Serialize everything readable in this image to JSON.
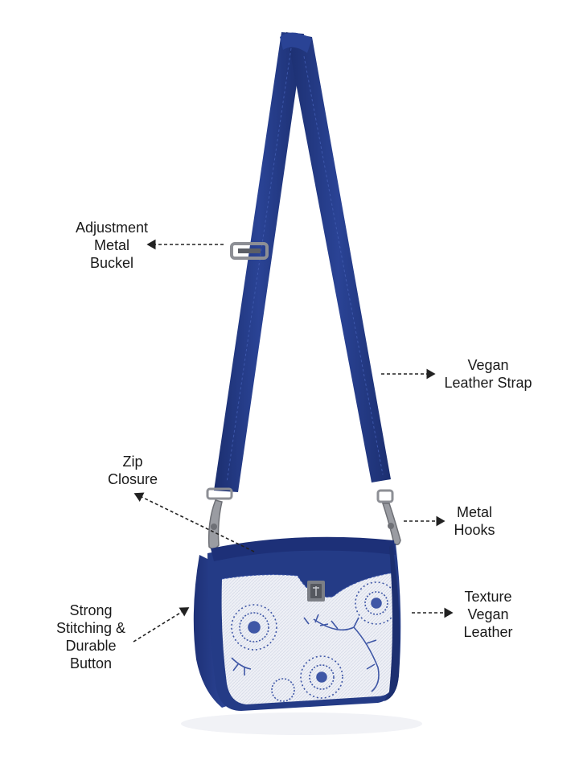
{
  "colors": {
    "bag_navy": "#243b86",
    "bag_navy_dark": "#1a2c6b",
    "panel_white": "#eef0f6",
    "print_blue": "#3f57a6",
    "hardware": "#8d8f95",
    "arrow": "#222222"
  },
  "annotations": {
    "buckle": [
      "Adjustment",
      "Metal",
      "Buckel"
    ],
    "strap": [
      "Vegan",
      "Leather Strap"
    ],
    "zip": [
      "Zip",
      "Closure"
    ],
    "hooks": [
      "Metal",
      "Hooks"
    ],
    "texture": [
      "Texture",
      "Vegan",
      "Leather"
    ],
    "stitching": [
      "Strong",
      "Stitching &",
      "Durable",
      "Button"
    ]
  }
}
